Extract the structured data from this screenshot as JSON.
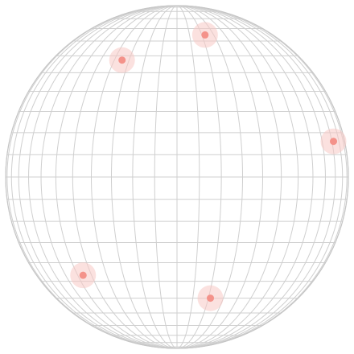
{
  "globe": {
    "meridian_count": 24,
    "parallel_count": 24,
    "colors": {
      "background": "#ffffff",
      "grid": "#cfcfcf",
      "outline": "#c6c6c6",
      "marker_core": "#f4928a",
      "marker_halo": "#f7c9c4"
    },
    "markers": [
      {
        "id": "marker-1",
        "lon": -26,
        "lat": 43
      },
      {
        "id": "marker-2",
        "lon": 17,
        "lat": 56
      },
      {
        "id": "marker-3",
        "lon": 69,
        "lat": 12
      },
      {
        "id": "marker-4",
        "lon": -42,
        "lat": -35
      },
      {
        "id": "marker-5",
        "lon": 16,
        "lat": -45
      }
    ]
  }
}
